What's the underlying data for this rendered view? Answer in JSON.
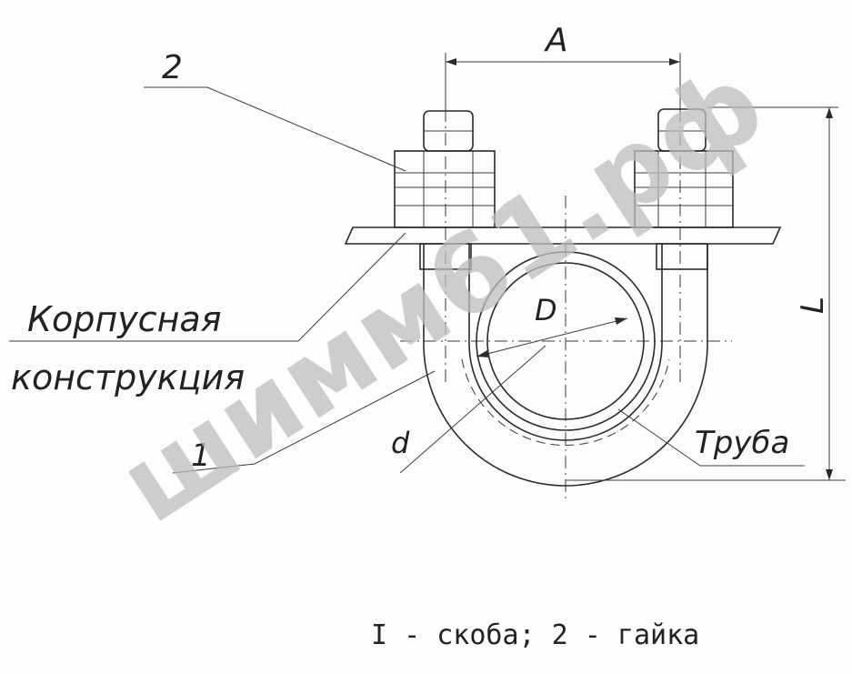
{
  "labels": {
    "nut_callout": "2",
    "bracket_callout": "1",
    "dim_a": "A",
    "dim_d_outer": "D",
    "dim_d_rod": "d",
    "dim_l": "L",
    "hull_line1": "Корпусная",
    "hull_line2": "конструкция",
    "pipe": "Труба"
  },
  "caption": "I - скоба; 2 - гайка",
  "watermark": "шимм61.рф",
  "colors": {
    "ink": "#2b2b2b",
    "paper": "#fdfdfb",
    "watermark": "#bdbdbd"
  }
}
